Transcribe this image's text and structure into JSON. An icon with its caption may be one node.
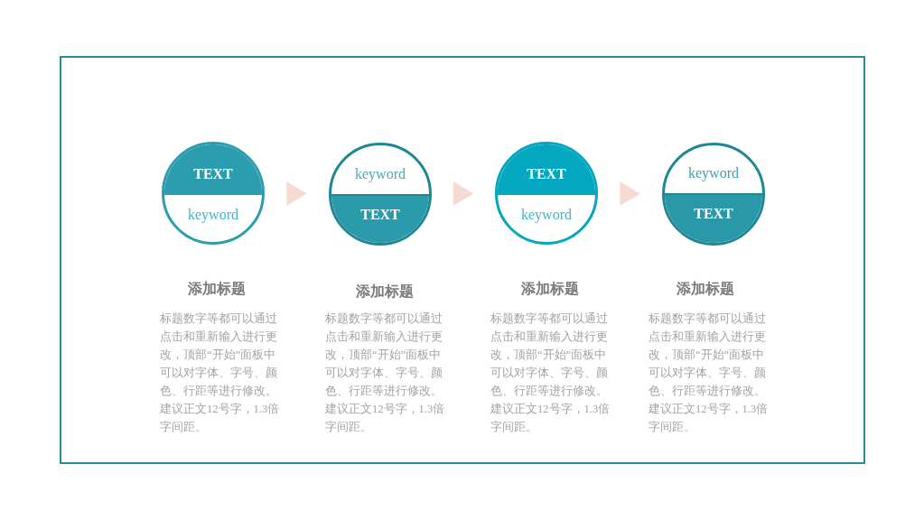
{
  "diagram": {
    "nodes": [
      {
        "text": [
          "TEXT",
          "keyword"
        ],
        "beside": [
          "添加标题",
          "标题数字等都可以通过点击和重新输入进行更改，顶部“开始”面板中可以对字体、字号、颜色、行距等进行修改。建议正文12号字，1.3倍字间距。"
        ]
      },
      {
        "text": [
          "keyword",
          "TEXT"
        ],
        "beside": [
          "添加标题",
          "标题数字等都可以通过点击和重新输入进行更改，顶部“开始”面板中可以对字体、字号、颜色、行距等进行修改。建议正文12号字，1.3倍字间距。"
        ]
      },
      {
        "text": [
          "TEXT",
          "keyword"
        ],
        "beside": [
          "添加标题",
          "标题数字等都可以通过点击和重新输入进行更改，顶部“开始”面板中可以对字体、字号、颜色、行距等进行修改。建议正文12号字，1.3倍字间距。"
        ]
      },
      {
        "text": [
          "keyword",
          "TEXT"
        ],
        "beside": [
          "添加标题",
          "标题数字等都可以通过点击和重新输入进行更改，顶部“开始”面板中可以对字体、字号、颜色、行距等进行修改。建议正文12号字，1.3倍字间距。"
        ]
      }
    ],
    "edges": [
      {
        "from": 0,
        "to": 1,
        "arrow": "to"
      },
      {
        "from": 1,
        "to": 2,
        "arrow": "to"
      },
      {
        "from": 2,
        "to": 3,
        "arrow": "to"
      }
    ]
  }
}
